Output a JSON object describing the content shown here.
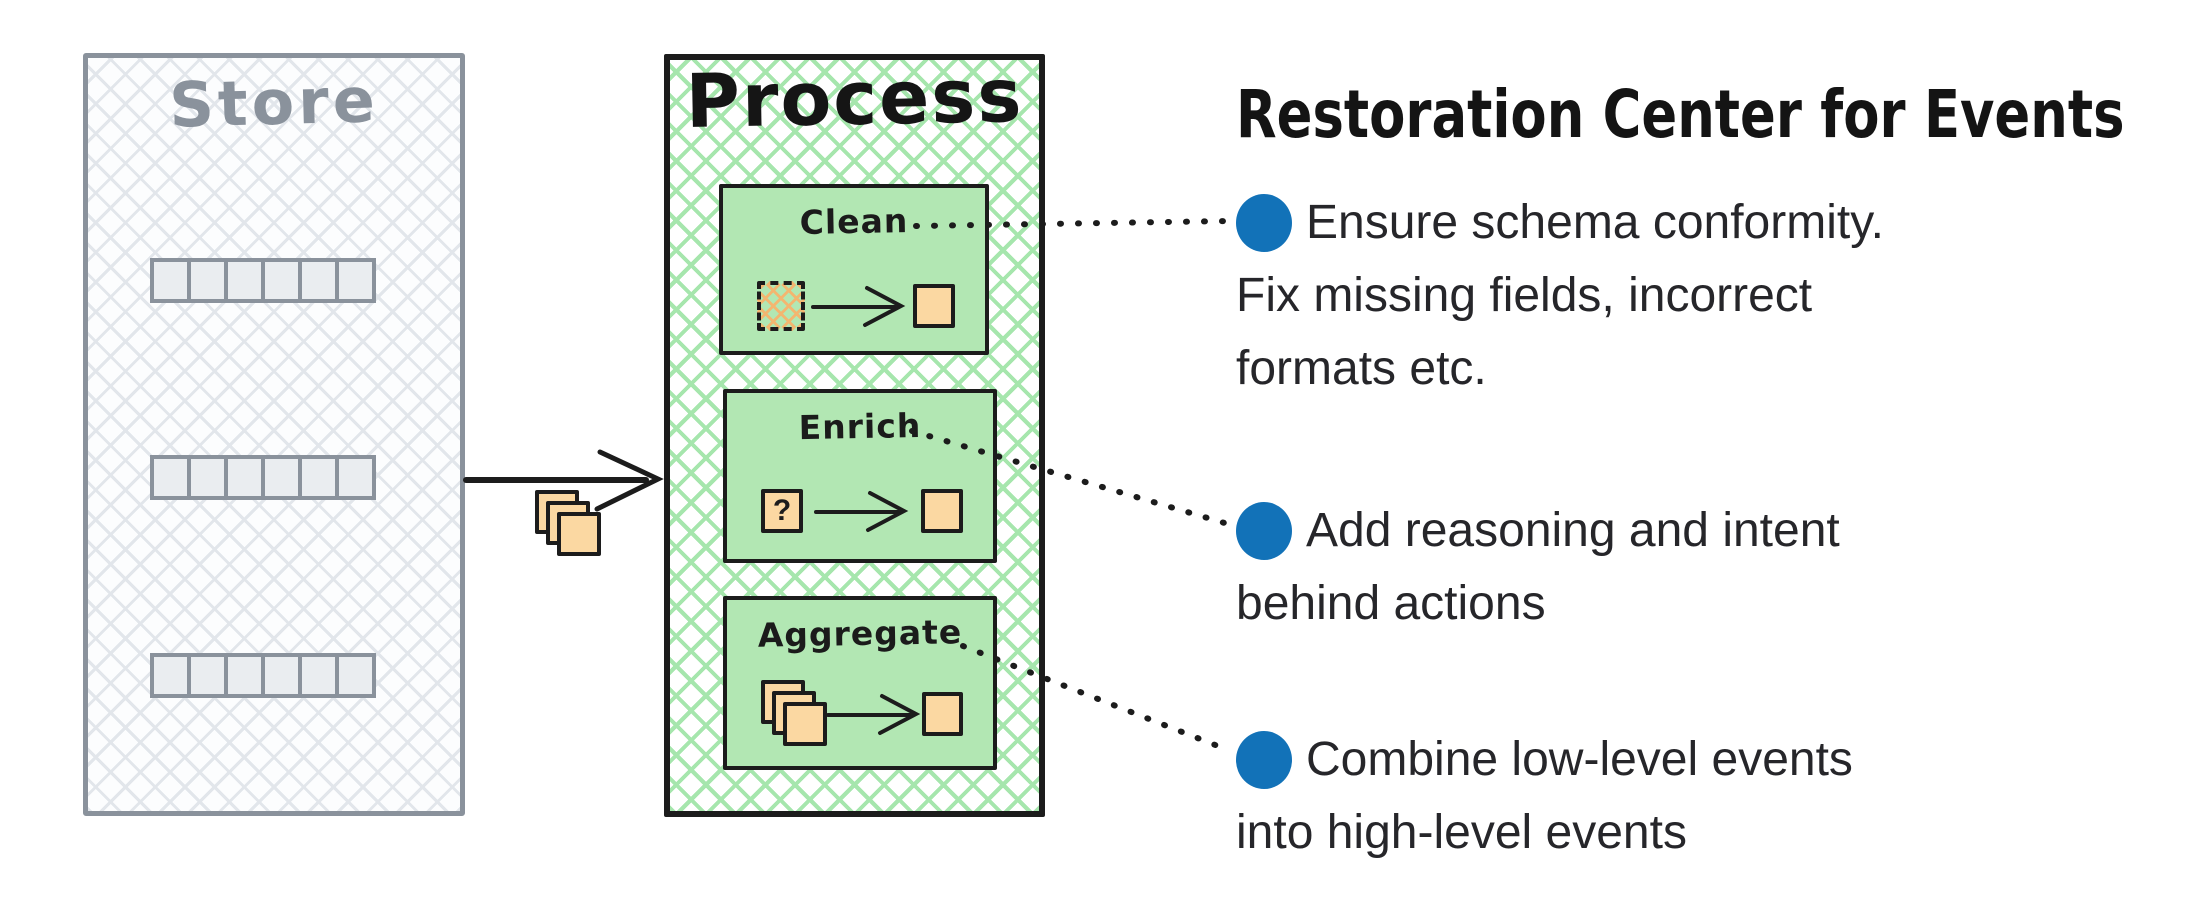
{
  "store": {
    "title": "Store",
    "rows": 3,
    "cells_per_row": 6
  },
  "process": {
    "title": "Process",
    "steps": [
      {
        "label": "Clean",
        "input_icon": "damaged-event-square",
        "output_icon": "event-square"
      },
      {
        "label": "Enrich",
        "input_icon": "unknown-event-square",
        "input_symbol": "?",
        "output_icon": "event-square"
      },
      {
        "label": "Aggregate",
        "input_icon": "event-stack",
        "output_icon": "event-square"
      }
    ]
  },
  "flow": {
    "store_to_process_icon": "event-stack"
  },
  "panel": {
    "title": "Restoration Center for Events",
    "bullets": [
      {
        "lines": [
          "Ensure schema conformity.",
          "Fix missing fields, incorrect",
          "formats etc."
        ]
      },
      {
        "lines": [
          "Add reasoning and intent",
          "behind actions"
        ]
      },
      {
        "lines": [
          "Combine low-level events",
          "into high-level events"
        ]
      }
    ]
  },
  "colors": {
    "bullet_blue": "#1272b8",
    "process_border": "#1c1c1c",
    "process_hatch_green": "#a6e6ad",
    "step_fill_green": "#b2e7b3",
    "event_orange": "#fbd8a2",
    "damaged_hatch_orange": "#f3b670",
    "store_gray": "#8a929c",
    "store_hatch_gray": "#e2e6eb",
    "text_dark": "#26262a"
  }
}
